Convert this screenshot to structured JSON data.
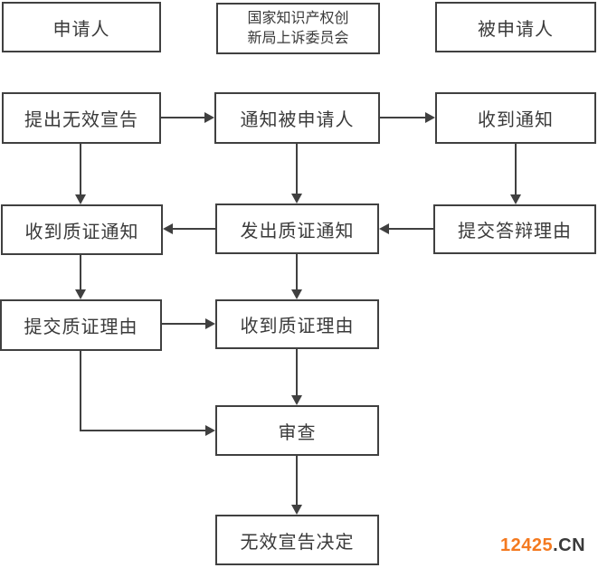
{
  "diagram": {
    "nodes": {
      "applicant": {
        "label": "申请人"
      },
      "board": {
        "label": "国家知识产权创新局上诉委员会",
        "label_line1": "国家知识产权创",
        "label_line2": "新局上诉委员会"
      },
      "respondent": {
        "label": "被申请人"
      },
      "file_invalidation": {
        "label": "提出无效宣告"
      },
      "notify_respondent": {
        "label": "通知被申请人"
      },
      "receive_notice": {
        "label": "收到通知"
      },
      "receive_cross_exam_notice": {
        "label": "收到质证通知"
      },
      "issue_cross_exam_notice": {
        "label": "发出质证通知"
      },
      "submit_defense_reasons": {
        "label": "提交答辩理由"
      },
      "submit_cross_exam_reasons": {
        "label": "提交质证理由"
      },
      "receive_cross_exam_reasons": {
        "label": "收到质证理由"
      },
      "examination": {
        "label": "审查"
      },
      "invalidation_decision": {
        "label": "无效宣告决定"
      }
    },
    "edges": [
      {
        "from": "提出无效宣告",
        "to": "通知被申请人",
        "direction": "right"
      },
      {
        "from": "通知被申请人",
        "to": "收到通知",
        "direction": "right"
      },
      {
        "from": "提出无效宣告",
        "to": "收到质证通知",
        "direction": "down"
      },
      {
        "from": "通知被申请人",
        "to": "发出质证通知",
        "direction": "down"
      },
      {
        "from": "收到通知",
        "to": "提交答辩理由",
        "direction": "down"
      },
      {
        "from": "提交答辩理由",
        "to": "发出质证通知",
        "direction": "left"
      },
      {
        "from": "发出质证通知",
        "to": "收到质证通知",
        "direction": "left"
      },
      {
        "from": "收到质证通知",
        "to": "提交质证理由",
        "direction": "down"
      },
      {
        "from": "发出质证通知",
        "to": "收到质证理由",
        "direction": "down"
      },
      {
        "from": "提交质证理由",
        "to": "收到质证理由",
        "direction": "right"
      },
      {
        "from": "收到质证理由",
        "to": "审查",
        "direction": "down"
      },
      {
        "from": "提交质证理由",
        "to": "审查",
        "direction": "down-right-elbow"
      },
      {
        "from": "审查",
        "to": "无效宣告决定",
        "direction": "down"
      }
    ],
    "colors": {
      "box_border": "#404040",
      "text": "#3A3A3A",
      "line": "#404040",
      "background": "#FFFFFF",
      "logo_prefix": "#F47A20",
      "logo_suffix": "#3A3A3A"
    },
    "watermark": {
      "prefix": "12425",
      "suffix": ".CN"
    }
  }
}
